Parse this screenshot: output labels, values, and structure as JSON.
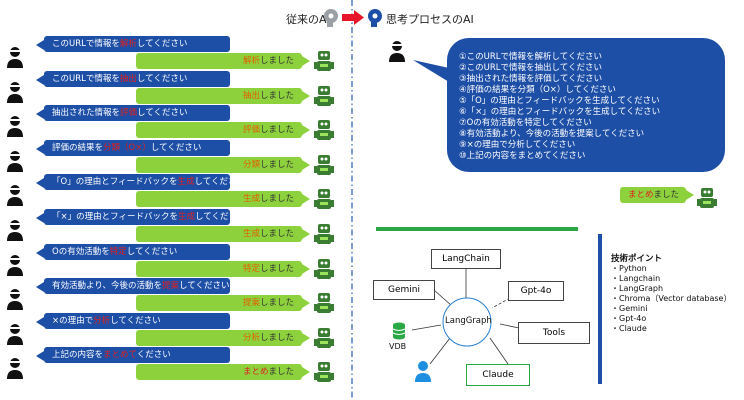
{
  "header": {
    "left_title": "従来のAI",
    "right_title": "思考プロセスのAI"
  },
  "left_chat": [
    {
      "pre": "このURLで情報を",
      "hl": "解析",
      "post": "してください",
      "reply_hl": "解析",
      "reply_post": "しました"
    },
    {
      "pre": "このURLで情報を",
      "hl": "抽出",
      "post": "してください",
      "reply_hl": "抽出",
      "reply_post": "しました"
    },
    {
      "pre": "抽出された情報を",
      "hl": "評価",
      "post": "してください",
      "reply_hl": "評価",
      "reply_post": "しました"
    },
    {
      "pre": "評価の結果を",
      "hl": "分類（O×）",
      "post": "してください",
      "reply_hl": "分類",
      "reply_post": "しました"
    },
    {
      "pre": "「O」の理由とフィードバックを",
      "hl": "生成",
      "post": "してください",
      "reply_hl": "生成",
      "reply_post": "しました"
    },
    {
      "pre": "「×」の理由とフィードバックを",
      "hl": "生成",
      "post": "してください",
      "reply_hl": "生成",
      "reply_post": "しました"
    },
    {
      "pre": "Oの有効活動を",
      "hl": "特定",
      "post": "してください",
      "reply_hl": "特定",
      "reply_post": "しました"
    },
    {
      "pre": "有効活動より、今後の活動を",
      "hl": "提案",
      "post": "してください",
      "reply_hl": "提案",
      "reply_post": "しました"
    },
    {
      "pre": "×の理由で",
      "hl": "分析",
      "post": "してください",
      "reply_hl": "分析",
      "reply_post": "しました"
    },
    {
      "pre": "上記の内容を",
      "hl": "まとめて",
      "post": "ください",
      "reply_hl": "まとめ",
      "reply_post": "ました"
    }
  ],
  "right_steps": [
    "①このURLで情報を解析してください",
    "②このURLで情報を抽出してください",
    "③抽出された情報を評価してください",
    "④評価の結果を分類（O×）してください",
    "⑤「O」の理由とフィードバックを生成してください",
    "⑥「×」の理由とフィードバックを生成してください",
    "⑦Oの有効活動を特定してください",
    "⑧有効活動より、今後の活動を提案してください",
    "⑨×の理由で分析してください",
    "⑩上記の内容をまとめてください"
  ],
  "right_reply": {
    "hl": "まとめ",
    "post": "ました"
  },
  "graph": {
    "center": "LangGraph",
    "nodes": {
      "langchain": "LangChain",
      "gemini": "Gemini",
      "gpt4o": "Gpt-4o",
      "tools": "Tools",
      "claude": "Claude",
      "vdb": "VDB"
    }
  },
  "tech": {
    "title": "技術ポイント",
    "items": [
      "・Python",
      "・Langchain",
      "・LangGraph",
      "・Chroma（Vector database）",
      "・Gemini",
      "・Gpt-4o",
      "・Claude"
    ]
  },
  "colors": {
    "blue": "#1e4fa6",
    "green": "#8dd23c",
    "divider_green": "#2aa845",
    "red": "#e02020"
  }
}
